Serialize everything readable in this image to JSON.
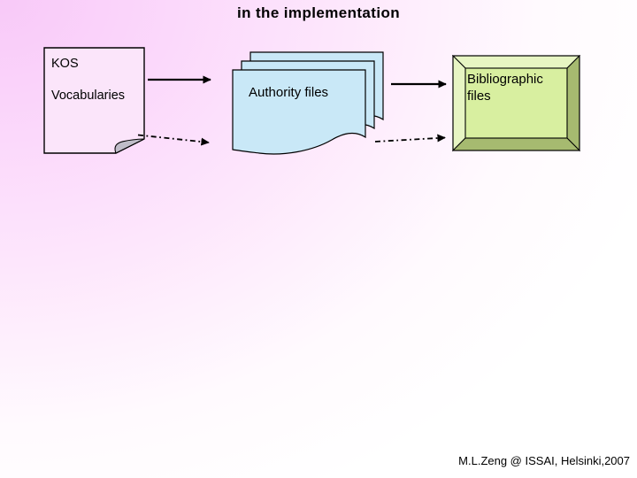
{
  "slide": {
    "title": "in the implementation",
    "footer": "M.L.Zeng @ ISSAI, Helsinki,2007"
  },
  "diagram": {
    "kos": {
      "line1": "KOS",
      "line2": "Vocabularies",
      "shape": "folded-page"
    },
    "authority": {
      "label": "Authority files",
      "shape": "stacked-documents",
      "stack_count": 3
    },
    "bibliographic": {
      "label": "Bibliographic files",
      "shape": "bevel-box"
    },
    "connections": [
      {
        "from": "kos",
        "to": "authority",
        "style": "solid-arrow"
      },
      {
        "from": "kos",
        "to": "authority",
        "style": "dash-dot-arrow"
      },
      {
        "from": "authority",
        "to": "bibliographic",
        "style": "solid-arrow"
      },
      {
        "from": "authority",
        "to": "bibliographic",
        "style": "dash-dot-arrow"
      }
    ]
  },
  "colors": {
    "background_top_left": "#f8c9f8",
    "background_bottom_right": "#ffffff",
    "kos_fill": "#fbe5fa",
    "fold_fill": "#bfbdc8",
    "authority_fill": "#c9e8f7",
    "bib_center": "#d8efa0",
    "bib_bevel_light": "#e7f5c3",
    "bib_bevel_dark": "#a6ba70",
    "line": "#000000",
    "text": "#000000"
  }
}
